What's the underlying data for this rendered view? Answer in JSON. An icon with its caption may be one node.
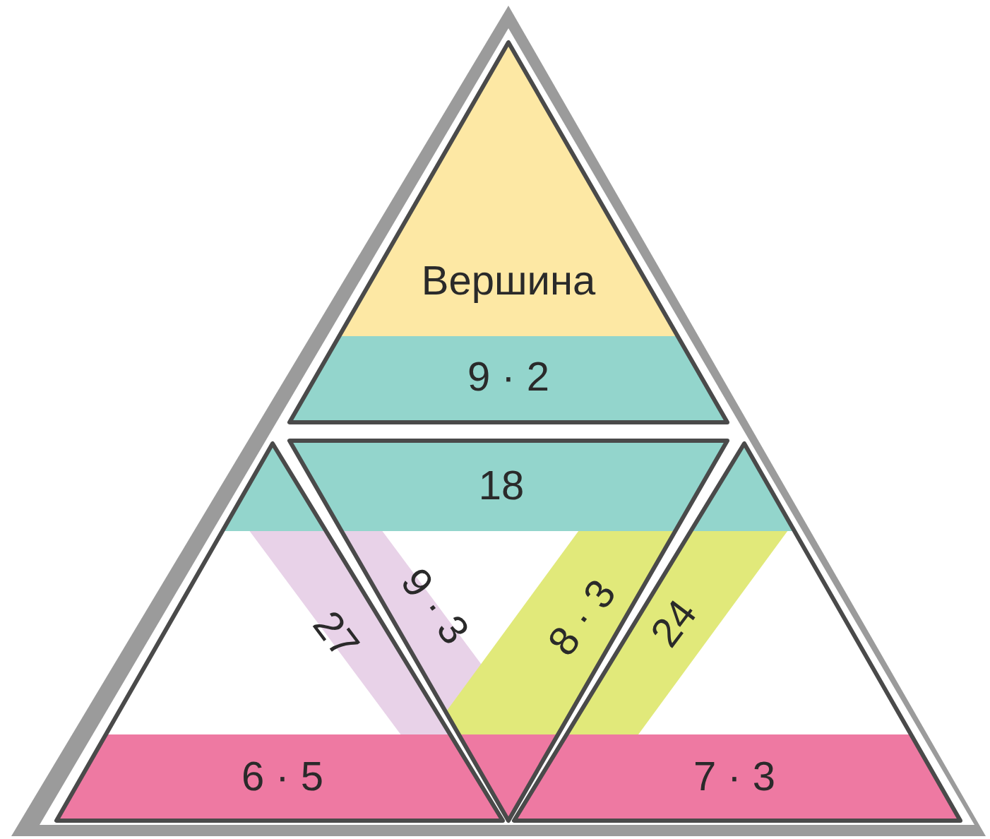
{
  "diagram": {
    "nodes": [
      {
        "text": [
          "Вершина",
          "9 · 2"
        ]
      },
      {
        "text": [
          "27",
          "6 · 5"
        ]
      },
      {
        "text": [
          "18",
          "9 · 3",
          "8 · 3"
        ]
      },
      {
        "text": [
          "24",
          "7 · 3"
        ]
      }
    ]
  }
}
